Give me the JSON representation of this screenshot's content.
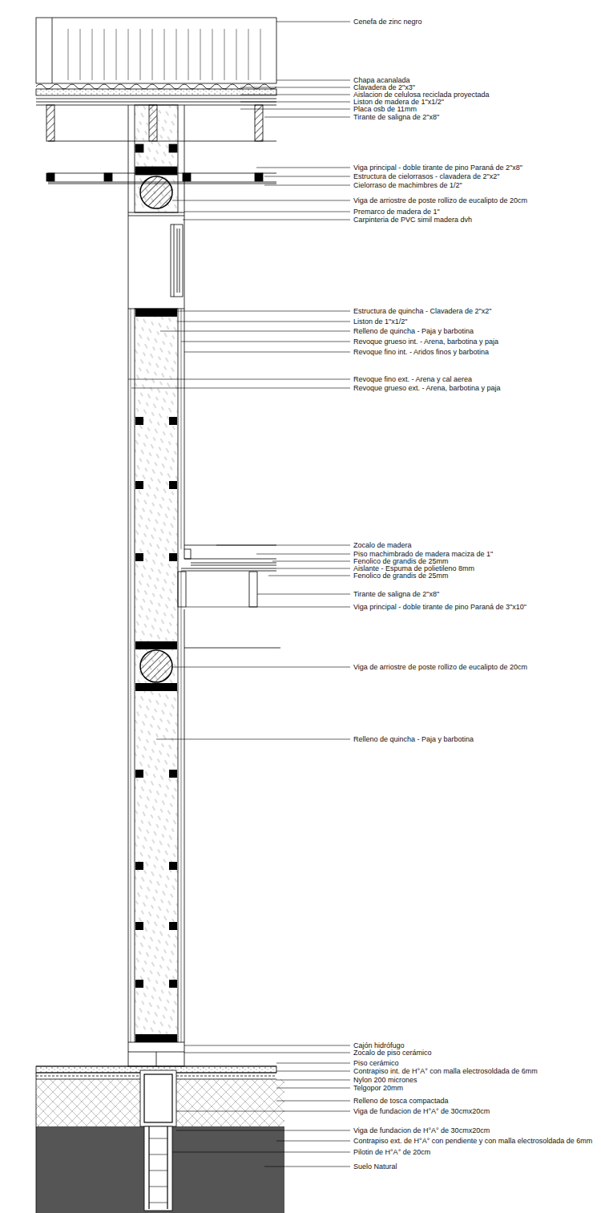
{
  "diagram": {
    "labels": [
      "Cenefa de zinc negro",
      "Chapa acanalada",
      "Clavadera de 2\"x3\"",
      "Aislacion de celulosa reciclada proyectada",
      "Liston de madera de 1\"x1/2\"",
      "Placa osb de 11mm",
      "Tirante de saligna de 2\"x8\"",
      "Viga principal - doble tirante de pino Paraná de 2\"x8\"",
      "Estructura de cielorrasos - clavadera de 2\"x2\"",
      "Cielorraso de machimbres de 1/2\"",
      "Viga de arriostre de poste rollizo de eucalipto de 20cm",
      "Premarco de madera de 1\"",
      "Carpinteria de PVC simil madera dvh",
      "Estructura de quincha - Clavadera de 2\"x2\"",
      "Liston de 1\"x1/2\"",
      "Relleno de quincha - Paja y barbotina",
      "Revoque grueso int. - Arena, barbotina y paja",
      "Revoque fino int. - Aridos finos y barbotina",
      "Revoque fino ext. - Arena y cal aerea",
      "Revoque grueso ext. - Arena, barbotina y paja",
      "Zocalo de madera",
      "Piso machimbrado de madera maciza de 1\"",
      "Fenolico de grandis de 25mm",
      "Aislante - Espuma de polietileno 8mm",
      "Fenolico de grandis de 25mm",
      "Tirante de saligna de 2\"x8\"",
      "Viga principal - doble tirante de pino Paraná de 3\"x10\"",
      "Viga de arriostre de poste rollizo de eucalipto de 20cm",
      "Relleno de quincha - Paja y barbotina",
      "Cajón hidrófugo",
      "Zocalo de piso cerámico",
      "Piso cerámico",
      "Contrapiso int. de H°A° con malla electrosoldada de 6mm",
      "Nylon 200 micrones",
      "Telgopor 20mm",
      "Relleno de tosca compactada",
      "Viga de fundacion de H°A° de 30cmx20cm",
      "Viga de fundacion de H°A° de 30cmx20cm",
      "Contrapiso ext. de H°A° con pendiente y con malla electrosoldada de 6mm",
      "Pilotin de H°A° de 20cm",
      "Suelo Natural"
    ]
  }
}
